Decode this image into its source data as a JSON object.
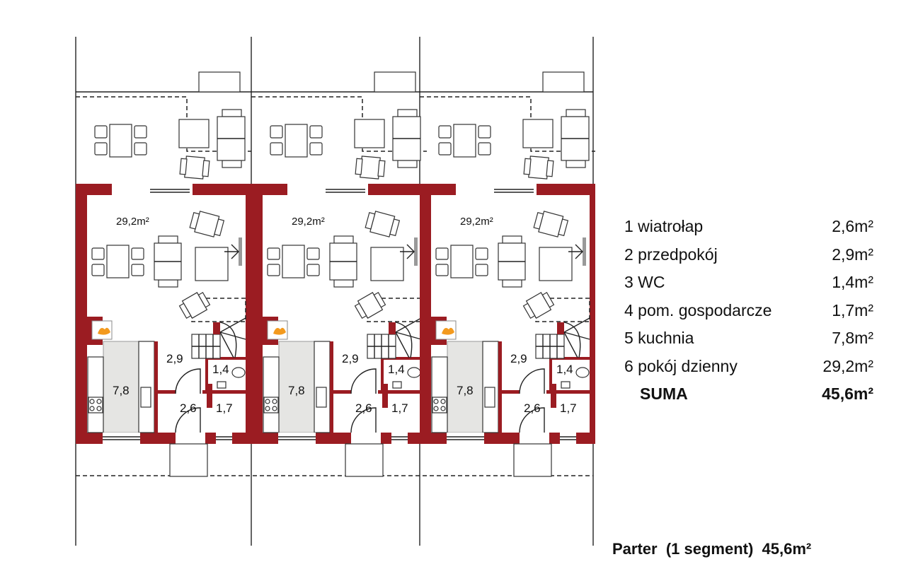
{
  "plan": {
    "wall_color": "#9b1c22",
    "segments_count": 3,
    "room_labels": {
      "living": "29,2m²",
      "hall": "2,9",
      "kitchen": "7,8",
      "vestibule": "2,6",
      "wc": "1,4",
      "utility": "1,7"
    }
  },
  "legend": {
    "rooms": [
      {
        "name": "1 wiatrołap",
        "area": "2,6m²"
      },
      {
        "name": "2 przedpokój",
        "area": "2,9m²"
      },
      {
        "name": "3 WC",
        "area": "1,4m²"
      },
      {
        "name": "4 pom. gospodarcze",
        "area": "1,7m²"
      },
      {
        "name": "5 kuchnia",
        "area": "7,8m²"
      },
      {
        "name": "6 pokój dzienny",
        "area": "29,2m²"
      }
    ],
    "total_label": "SUMA",
    "total_area": "45,6m²"
  },
  "footer": {
    "label": "Parter  (1 segment)  45,6m²"
  }
}
